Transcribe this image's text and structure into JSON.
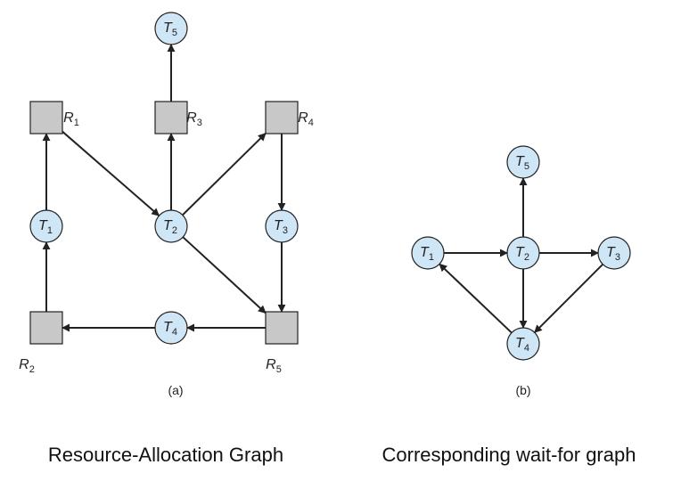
{
  "graph_a": {
    "processes": [
      {
        "id": "T5",
        "letter": "T",
        "sub": "5"
      },
      {
        "id": "T1",
        "letter": "T",
        "sub": "1"
      },
      {
        "id": "T2",
        "letter": "T",
        "sub": "2"
      },
      {
        "id": "T3",
        "letter": "T",
        "sub": "3"
      },
      {
        "id": "T4",
        "letter": "T",
        "sub": "4"
      }
    ],
    "resources": [
      {
        "id": "R1",
        "letter": "R",
        "sub": "1"
      },
      {
        "id": "R3",
        "letter": "R",
        "sub": "3"
      },
      {
        "id": "R4",
        "letter": "R",
        "sub": "4"
      },
      {
        "id": "R2",
        "letter": "R",
        "sub": "2"
      },
      {
        "id": "R5",
        "letter": "R",
        "sub": "5"
      }
    ],
    "edges": [
      {
        "from": "R3",
        "to": "T5"
      },
      {
        "from": "T1",
        "to": "R1"
      },
      {
        "from": "R1",
        "to": "T2"
      },
      {
        "from": "T2",
        "to": "R3"
      },
      {
        "from": "T2",
        "to": "R4"
      },
      {
        "from": "R4",
        "to": "T3"
      },
      {
        "from": "T2",
        "to": "R5"
      },
      {
        "from": "T3",
        "to": "R5"
      },
      {
        "from": "R5",
        "to": "T4"
      },
      {
        "from": "T4",
        "to": "R2"
      },
      {
        "from": "R2",
        "to": "T1"
      }
    ],
    "sublabel": "(a)",
    "caption": "Resource-Allocation Graph"
  },
  "graph_b": {
    "processes": [
      {
        "id": "T5",
        "letter": "T",
        "sub": "5"
      },
      {
        "id": "T1",
        "letter": "T",
        "sub": "1"
      },
      {
        "id": "T2",
        "letter": "T",
        "sub": "2"
      },
      {
        "id": "T3",
        "letter": "T",
        "sub": "3"
      },
      {
        "id": "T4",
        "letter": "T",
        "sub": "4"
      }
    ],
    "edges": [
      {
        "from": "T2",
        "to": "T5"
      },
      {
        "from": "T1",
        "to": "T2"
      },
      {
        "from": "T2",
        "to": "T3"
      },
      {
        "from": "T2",
        "to": "T4"
      },
      {
        "from": "T3",
        "to": "T4"
      },
      {
        "from": "T4",
        "to": "T1"
      }
    ],
    "sublabel": "(b)",
    "caption": "Corresponding wait-for graph"
  },
  "colors": {
    "process_fill": "#cfe6f7",
    "resource_fill": "#c8c8c8",
    "stroke": "#222222"
  }
}
